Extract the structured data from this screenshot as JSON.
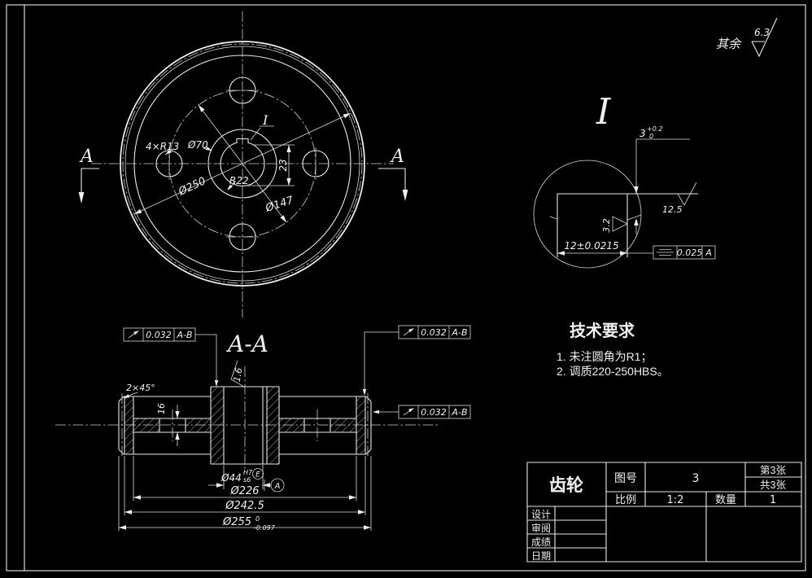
{
  "note_default": {
    "prefix": "其余",
    "roughness": "6.3"
  },
  "front_view": {
    "section_arrow_left": "A",
    "section_arrow_right": "A",
    "detail_ref": "I",
    "dim_holes": "4×R13",
    "dim_hub_dia": "Ø70",
    "dim_bore_radius": "R22",
    "dim_pitch_dia": "Ø250",
    "dim_bolt_circle": "Ø147",
    "dim_keyway_height": "23"
  },
  "detail_view": {
    "title": "I",
    "keyway_depth": "3",
    "keyway_depth_tol_upper": "+0.2",
    "keyway_depth_tol_lower": "0",
    "keyway_width": "12±0.0215",
    "roughness_side": "3.2",
    "roughness_bottom": "12.5",
    "symmetry_tolerance": "0.025",
    "symmetry_datum": "A"
  },
  "section_view": {
    "title": "A-A",
    "chamfer": "2×45°",
    "web_thickness": "16",
    "roughness_bore": "1.6",
    "runout_frames": [
      {
        "value": "0.032",
        "datum": "A-B"
      },
      {
        "value": "0.032",
        "datum": "A-B"
      },
      {
        "value": "0.032",
        "datum": "A-B"
      }
    ],
    "dim_bore": "Ø44",
    "bore_fit_upper": "H7",
    "bore_fit_lower": "s6",
    "envelope": "E",
    "datum_label": "A",
    "dim_rim_inner": "Ø226",
    "dim_root": "Ø242.5",
    "dim_tip": "Ø255",
    "tip_tol_upper": "0",
    "tip_tol_lower": "-0.097"
  },
  "tech_requirements": {
    "title": "技术要求",
    "items": [
      "1. 未注圆角为R1；",
      "2. 调质220-250HBS。"
    ]
  },
  "title_block": {
    "part_name": "齿轮",
    "drawing_no_label": "图号",
    "drawing_no": "3",
    "scale_label": "比例",
    "scale_value": "1:2",
    "qty_label": "数量",
    "qty_value": "1",
    "sheet_no": "第3张",
    "sheet_total": "共3张",
    "row_labels": [
      "设计",
      "审阅",
      "成绩",
      "日期"
    ]
  }
}
